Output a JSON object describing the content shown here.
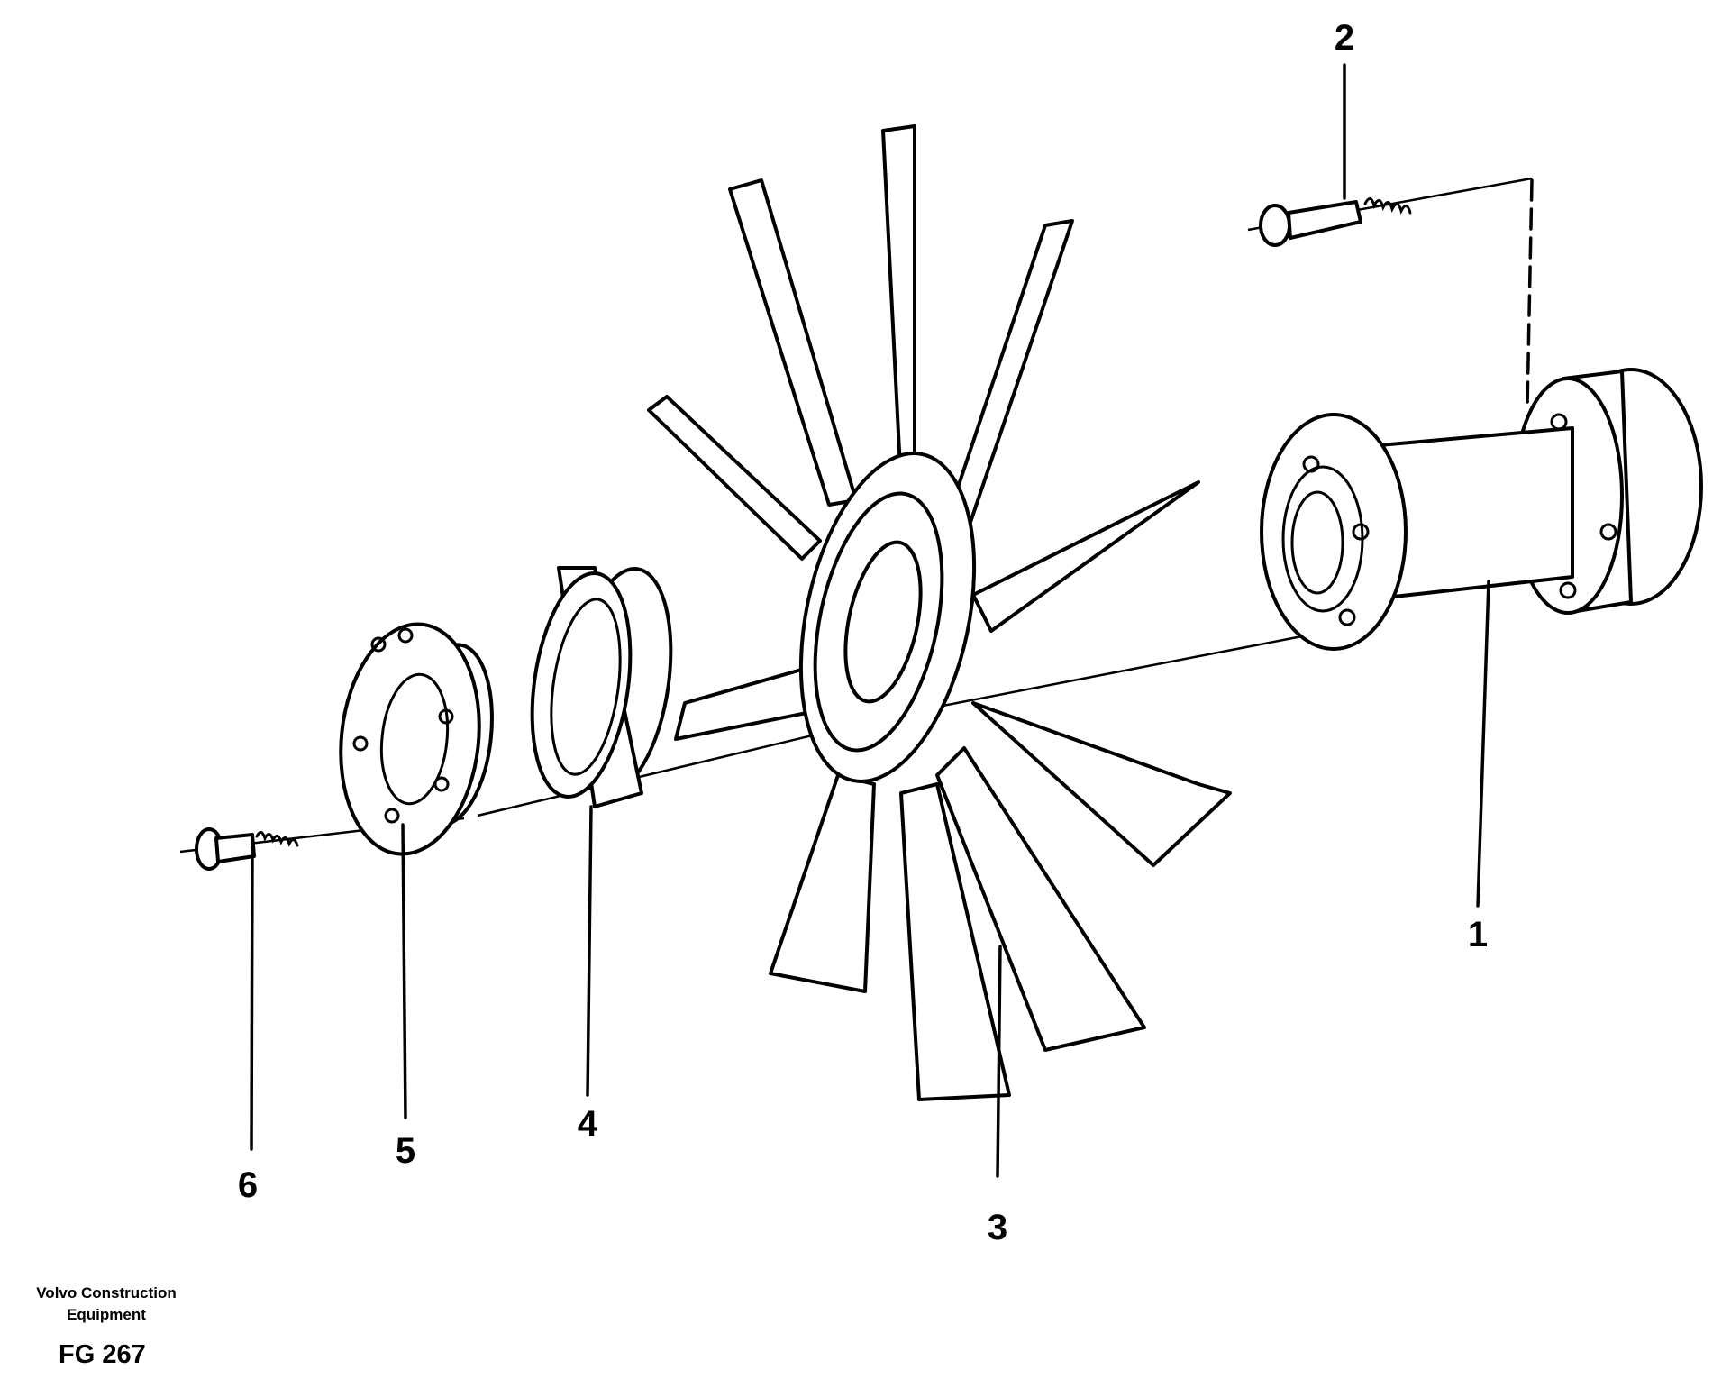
{
  "callouts": [
    {
      "id": "1",
      "label": "1"
    },
    {
      "id": "2",
      "label": "2"
    },
    {
      "id": "3",
      "label": "3"
    },
    {
      "id": "4",
      "label": "4"
    },
    {
      "id": "5",
      "label": "5"
    },
    {
      "id": "6",
      "label": "6"
    }
  ],
  "footer": {
    "maker_line1": "Volvo Construction",
    "maker_line2": "Equipment",
    "figure_code": "FG 267"
  }
}
